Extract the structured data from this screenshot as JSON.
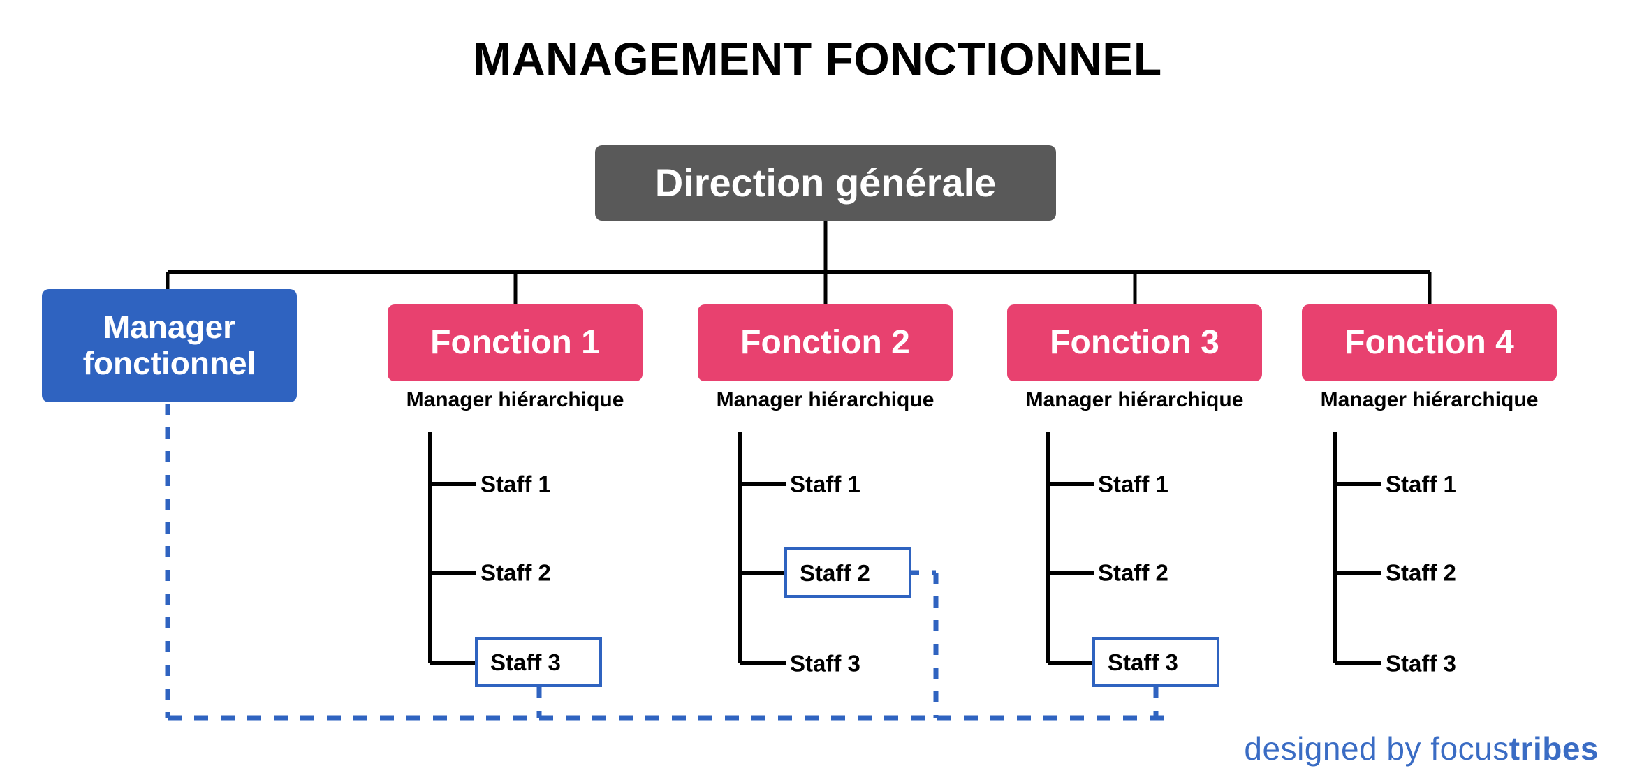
{
  "title": "MANAGEMENT FONCTIONNEL",
  "colors": {
    "root_box": "#595959",
    "functional_box": "#2f63c0",
    "function_box": "#e8416f",
    "dotted_link": "#2f63c0",
    "solid_link": "#000000",
    "text_dark": "#000000",
    "logo": "#3a6cc4"
  },
  "root": {
    "label": "Direction générale"
  },
  "functional_manager": {
    "line1": "Manager",
    "line2": "fonctionnel",
    "label": "Manager fonctionnel"
  },
  "manager_caption": "Manager hiérarchique",
  "columns": [
    {
      "id": "fonction-1",
      "label": "Fonction 1",
      "caption": "Manager hiérarchique",
      "staff": [
        {
          "label": "Staff 1",
          "highlighted": false
        },
        {
          "label": "Staff 2",
          "highlighted": false
        },
        {
          "label": "Staff 3",
          "highlighted": true
        }
      ]
    },
    {
      "id": "fonction-2",
      "label": "Fonction 2",
      "caption": "Manager hiérarchique",
      "staff": [
        {
          "label": "Staff 1",
          "highlighted": false
        },
        {
          "label": "Staff 2",
          "highlighted": true
        },
        {
          "label": "Staff 3",
          "highlighted": false
        }
      ]
    },
    {
      "id": "fonction-3",
      "label": "Fonction 3",
      "caption": "Manager hiérarchique",
      "staff": [
        {
          "label": "Staff 1",
          "highlighted": false
        },
        {
          "label": "Staff 2",
          "highlighted": false
        },
        {
          "label": "Staff 3",
          "highlighted": true
        }
      ]
    },
    {
      "id": "fonction-4",
      "label": "Fonction 4",
      "caption": "Manager hiérarchique",
      "staff": [
        {
          "label": "Staff 1",
          "highlighted": false
        },
        {
          "label": "Staff 2",
          "highlighted": false
        },
        {
          "label": "Staff 3",
          "highlighted": false
        }
      ]
    }
  ],
  "footer": {
    "prefix": "designed by focus",
    "suffix": "tribes",
    "full": "designed by focustribes"
  }
}
